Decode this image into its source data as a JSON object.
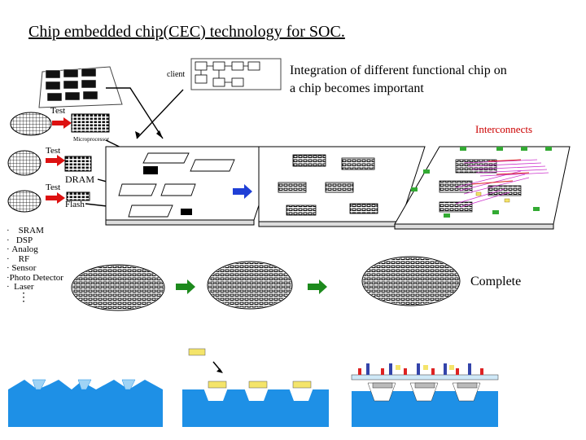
{
  "title": "Chip embedded chip(CEC) technology for SOC.",
  "integration_note_line1": "Integration of different functional chip on",
  "integration_note_line2": "a chip becomes important",
  "labels": {
    "client": "client",
    "test1": "Test",
    "test2": "Test",
    "test3": "Test",
    "microprocessor": "Microprocessor",
    "dram": "DRAM",
    "flash": "Flash",
    "interconnects": "Interconnects",
    "complete": "Complete"
  },
  "component_list": [
    "SRAM",
    "DSP",
    "Analog",
    "RF",
    "Sensor",
    "Photo Detector",
    "Laser"
  ],
  "ellipsis": "⋮",
  "colors": {
    "interconnects_text": "#cc0000",
    "blue_arrow": "#1f3fd6",
    "green_arrow": "#1d8a1d",
    "substrate_blue": "#1e90e6",
    "chip_yellow": "#f4e46a",
    "interconnect_magenta": "#cc33cc",
    "interconnect_red": "#dd2222",
    "board_green": "#33aa33"
  }
}
